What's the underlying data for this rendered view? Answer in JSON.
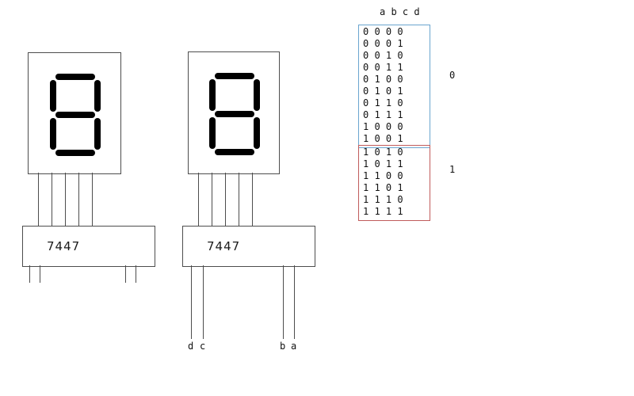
{
  "units": [
    {
      "chip_label": "7447",
      "lit_segments": [
        "top",
        "top-left",
        "top-right",
        "middle",
        "bottom-left",
        "bottom-right",
        "bottom"
      ],
      "segment_color": "#000000"
    },
    {
      "chip_label": "7447",
      "lit_segments": [
        "top",
        "top-left",
        "top-right",
        "middle",
        "bottom-left",
        "bottom-right",
        "bottom"
      ],
      "segment_color": "#000000",
      "pin_labels": [
        "d",
        "c",
        "b",
        "a"
      ]
    }
  ],
  "table": {
    "header": "a b c d",
    "groups": [
      {
        "label": "0",
        "box_color": "#6aa5cf",
        "rows": [
          "0 0 0 0",
          "0 0 0 1",
          "0 0 1 0",
          "0 0 1 1",
          "0 1 0 0",
          "0 1 0 1",
          "0 1 1 0",
          "0 1 1 1",
          "1 0 0 0",
          "1 0 0 1"
        ]
      },
      {
        "label": "1",
        "box_color": "#c05b5b",
        "rows": [
          "1 0 1 0",
          "1 0 1 1",
          "1 1 0 0",
          "1 1 0 1",
          "1 1 1 0",
          "1 1 1 1"
        ]
      }
    ]
  }
}
